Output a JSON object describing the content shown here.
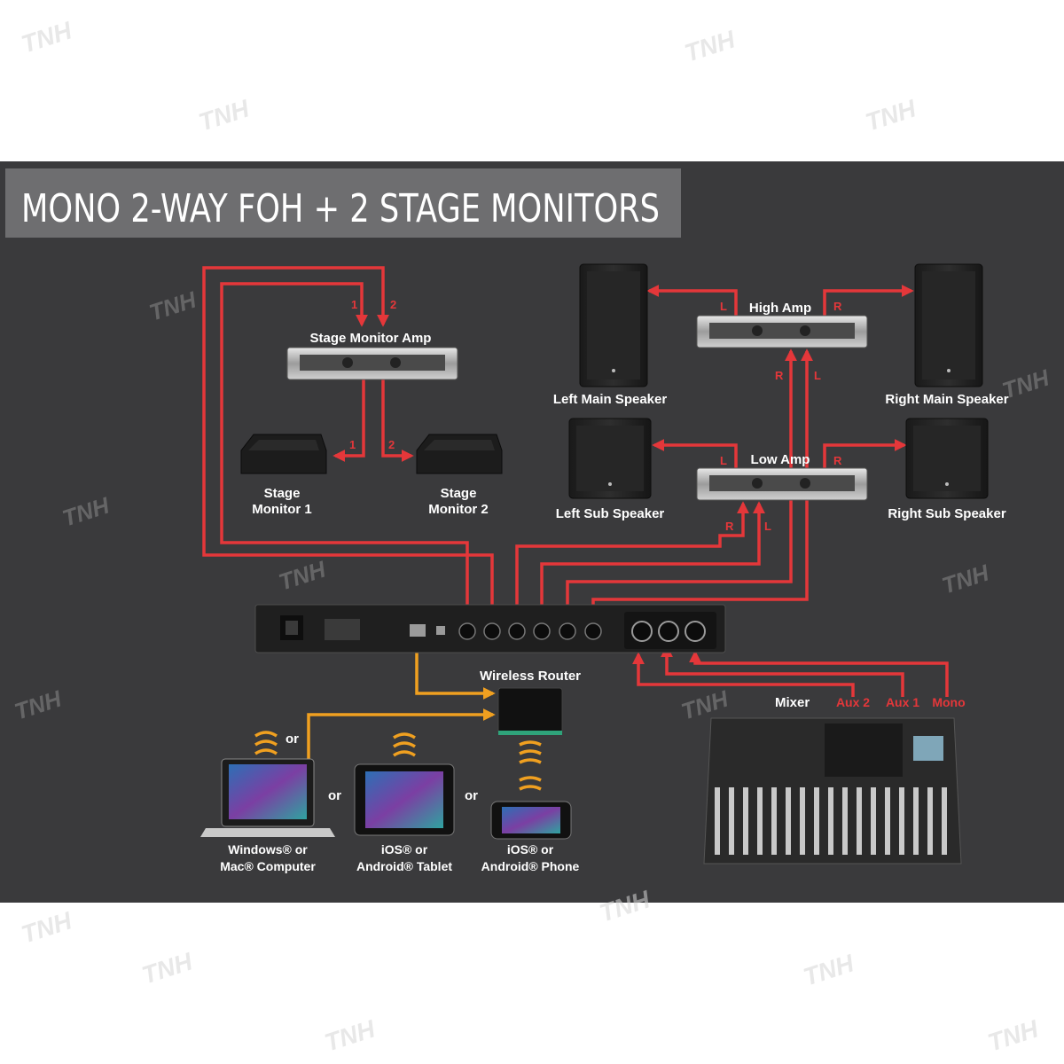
{
  "title": "MONO 2-WAY FOH + 2 STAGE MONITORS",
  "watermark": "TNH",
  "devices": {
    "stage_monitor_amp": "Stage Monitor Amp",
    "stage_monitor_1_line1": "Stage",
    "stage_monitor_1_line2": "Monitor 1",
    "stage_monitor_2_line1": "Stage",
    "stage_monitor_2_line2": "Monitor 2",
    "high_amp": "High Amp",
    "low_amp": "Low Amp",
    "left_main_speaker": "Left Main Speaker",
    "right_main_speaker": "Right Main Speaker",
    "left_sub_speaker": "Left Sub Speaker",
    "right_sub_speaker": "Right Sub Speaker",
    "wireless_router": "Wireless Router",
    "mixer": "Mixer"
  },
  "mixer_outputs": [
    "Aux 2",
    "Aux 1",
    "Mono"
  ],
  "channel_labels": {
    "one": "1",
    "two": "2",
    "left": "L",
    "right": "R"
  },
  "or_label": "or",
  "clients": {
    "computer_line1": "Windows® or",
    "computer_line2": "Mac® Computer",
    "tablet_line1": "iOS® or",
    "tablet_line2": "Android® Tablet",
    "phone_line1": "iOS® or",
    "phone_line2": "Android® Phone"
  },
  "colors": {
    "background": "#3a3a3c",
    "title_bar": "#6e6e70",
    "signal_wire": "#e4373a",
    "network_wire": "#f0a020"
  }
}
